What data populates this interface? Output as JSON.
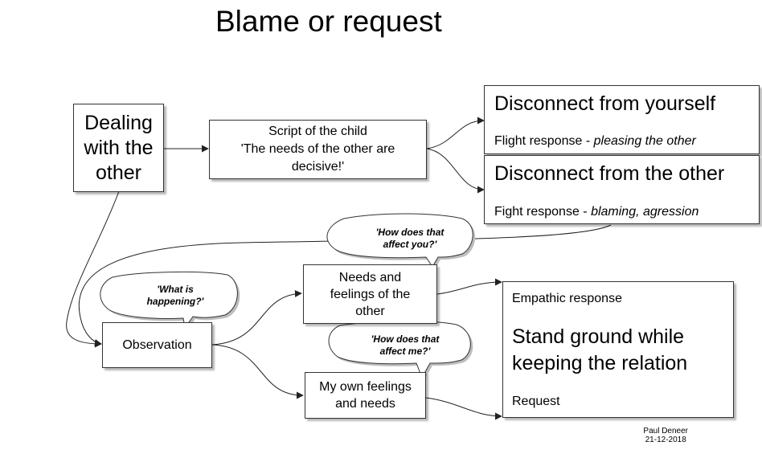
{
  "title": "Blame or request",
  "nodes": {
    "dealing": [
      "Dealing",
      "with the",
      "other"
    ],
    "script": [
      "Script of the child",
      "'The needs of the other are",
      "decisive!'"
    ],
    "disconnect_self": {
      "heading": "Disconnect from yourself",
      "response": "Flight response - ",
      "response_italic": "pleasing the other"
    },
    "disconnect_other": {
      "heading": "Disconnect from the other",
      "response": "Fight response - ",
      "response_italic": "blaming, agression"
    },
    "observation": "Observation",
    "needs_other": [
      "Needs and",
      "feelings of the",
      "other"
    ],
    "own_feelings": [
      "My own feelings",
      "and needs"
    ],
    "empathic": {
      "label": "Empathic response",
      "heading": [
        "Stand ground while",
        "keeping the relation"
      ],
      "request": "Request"
    }
  },
  "bubbles": {
    "what_happening": [
      "'What is",
      "happening?'"
    ],
    "affect_you": [
      "'How does that",
      "affect you?'"
    ],
    "affect_me": [
      "'How does that",
      "affect me?'"
    ]
  },
  "credit": {
    "author": "Paul Deneer",
    "date": "21-12-2018"
  },
  "colors": {
    "stroke": "#333333",
    "shadow": "#bdbdbd"
  }
}
